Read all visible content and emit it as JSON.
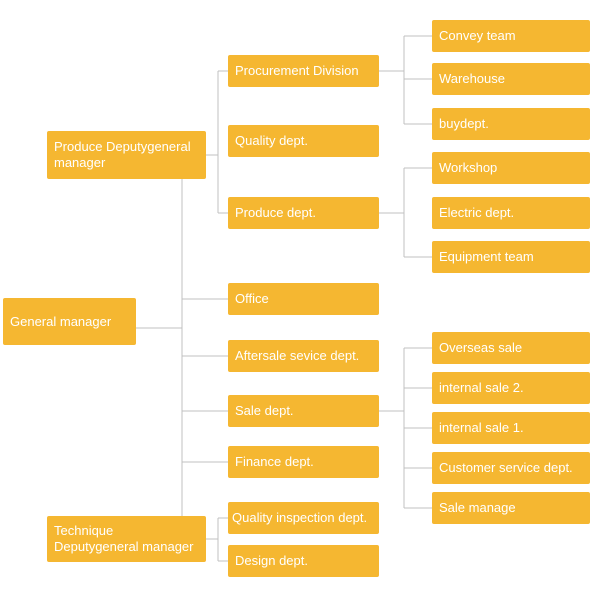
{
  "colors": {
    "box": "#F5B731",
    "text": "#FFFFFF",
    "connector": "#C0C0C0"
  },
  "nodes": {
    "general_manager": "General manager",
    "produce_deputy": "Produce  Deputygeneral\nmanager",
    "technique_deputy": "Technique\nDeputygeneral manager",
    "procurement": "Procurement Division",
    "quality": "Quality dept.",
    "produce": "Produce dept.",
    "office": "Office",
    "aftersale": "Aftersale sevice dept.",
    "sale": "Sale dept.",
    "finance": "Finance dept.",
    "quality_inspection": "Quality inspection dept.",
    "design": "Design dept.",
    "convey": "Convey team",
    "warehouse": "Warehouse",
    "buy": "buydept.",
    "workshop": "Workshop",
    "electric": "Electric dept.",
    "equipment": "Equipment team",
    "overseas": "Overseas sale",
    "internal2": "internal sale 2.",
    "internal1": "internal sale 1.",
    "customer_service": "Customer service dept.",
    "sale_manage": "Sale manage"
  }
}
